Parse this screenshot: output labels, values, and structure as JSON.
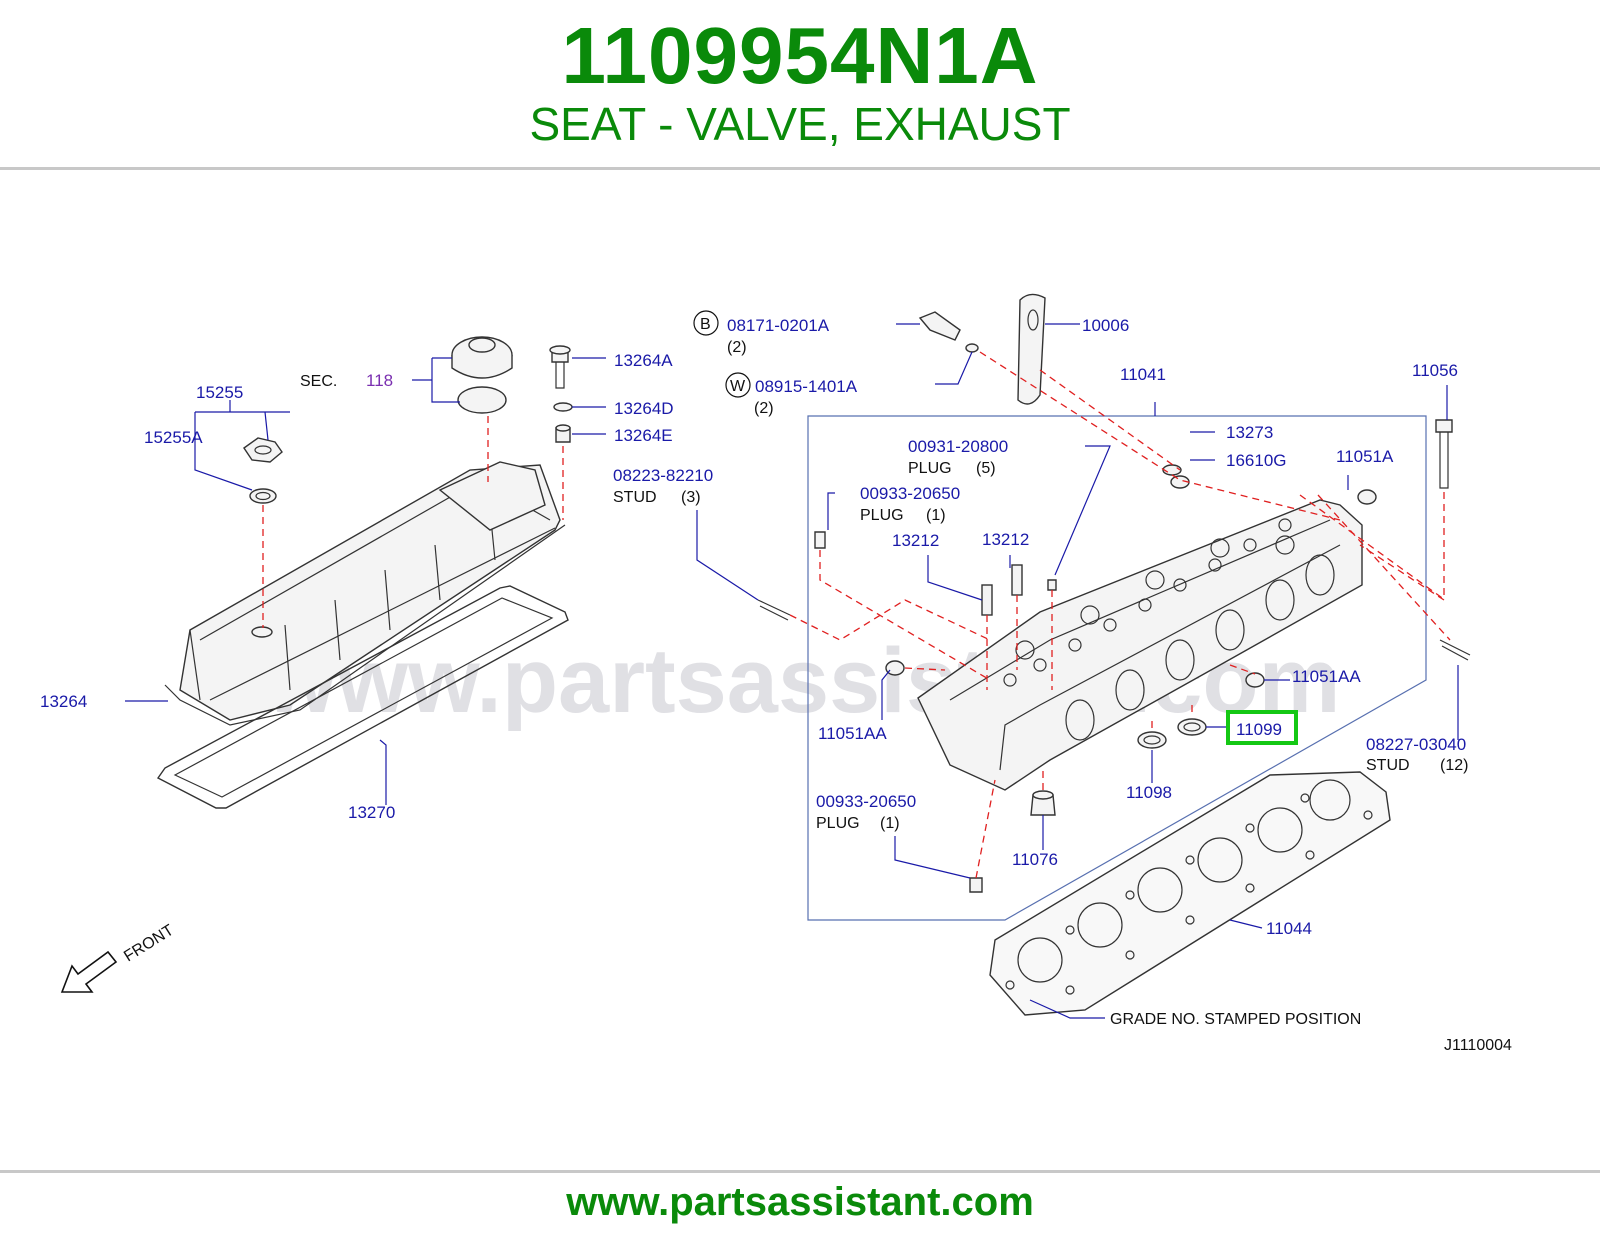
{
  "header": {
    "part_number": "1109954N1A",
    "description": "SEAT - VALVE, EXHAUST"
  },
  "diagram": {
    "watermark": "www.partsassistant.com",
    "labels": {
      "sec": "SEC.",
      "sec_ref": "118",
      "p15255": "15255",
      "p15255A": "15255A",
      "p13264A": "13264A",
      "p13264D": "13264D",
      "p13264E": "13264E",
      "p13264": "13264",
      "p13270": "13270",
      "p08223": "08223-82210",
      "stud3": "STUD",
      "stud3_qty": "(3)",
      "circleB": "B",
      "p08171": "08171-0201A",
      "qty08171": "(2)",
      "circleW": "W",
      "p08915": "08915-1401A",
      "qty08915": "(2)",
      "p10006": "10006",
      "p11041": "11041",
      "p11056": "11056",
      "p00931": "00931-20800",
      "plug5": "PLUG",
      "plug5_qty": "(5)",
      "p13273": "13273",
      "p16610G": "16610G",
      "p11051A": "11051A",
      "p00933a": "00933-20650",
      "plug1a": "PLUG",
      "plug1a_qty": "(1)",
      "p13212a": "13212",
      "p13212b": "13212",
      "p11051AA_r": "11051AA",
      "p11051AA_l": "11051AA",
      "p11099": "11099",
      "p08227": "08227-03040",
      "stud12": "STUD",
      "stud12_qty": "(12)",
      "p11098": "11098",
      "p00933b": "00933-20650",
      "plug1b": "PLUG",
      "plug1b_qty": "(1)",
      "p11076": "11076",
      "p11044": "11044",
      "grade_note": "GRADE   NO.   STAMPED   POSITION",
      "front": "FRONT",
      "diagram_code": "J1110004"
    },
    "colors": {
      "brand_green": "#0a8a0a",
      "label_blue": "#1a1aa8",
      "leader_red": "#e02020",
      "highlight": "#14c814"
    }
  },
  "footer": {
    "url": "www.partsassistant.com"
  }
}
